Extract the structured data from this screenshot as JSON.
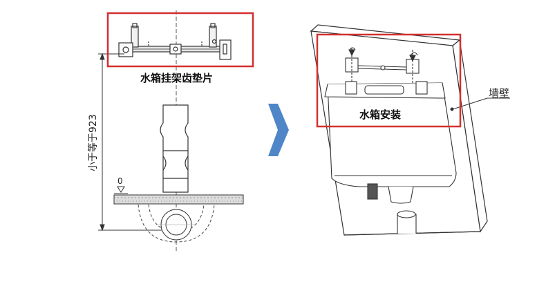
{
  "left_panel": {
    "highlight_label": "水箱挂架齿垫片",
    "dimension_label": "小于等于923",
    "floor_mark": "0"
  },
  "right_panel": {
    "highlight_label": "水箱安装",
    "wall_label": "墙壁"
  },
  "colors": {
    "highlight_border": "#d32f2f",
    "arrow_fill": "#4e86c8",
    "line": "#333333"
  },
  "icons": [
    "right-arrow-icon"
  ]
}
